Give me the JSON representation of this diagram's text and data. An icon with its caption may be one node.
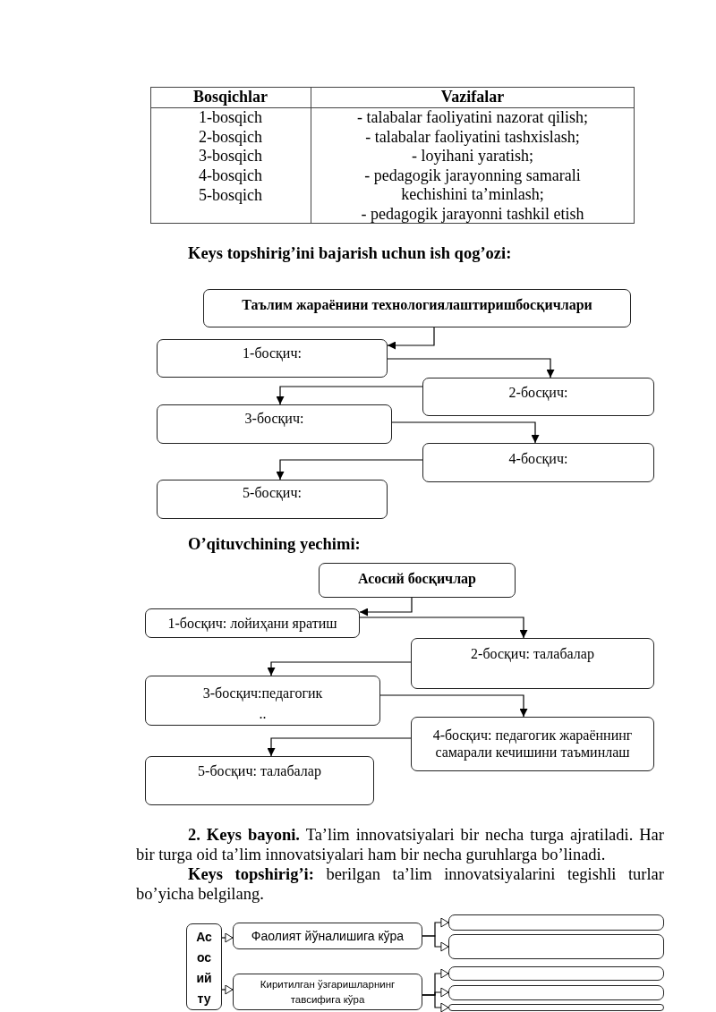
{
  "diagram": {
    "nodes": [
      {
        "text": [
          "Таълим жараёнини технологиялаштиришбосқичлари"
        ]
      },
      {
        "text": [
          "1-босқич:"
        ]
      },
      {
        "text": [
          "2-босқич:"
        ]
      },
      {
        "text": [
          "3-босқич:"
        ]
      },
      {
        "text": [
          "4-босқич:"
        ]
      },
      {
        "text": [
          "5-босқич:"
        ]
      },
      {
        "text": [
          "Асосий босқичлар"
        ]
      },
      {
        "text": [
          "1-босқич: лойиҳани яратиш"
        ]
      },
      {
        "text": [
          "2-босқич: талабалар"
        ]
      },
      {
        "text": [
          "3-босқич:педагогик",
          ".."
        ]
      },
      {
        "text": [
          "4-босқич: педагогик жараённинг самарали кечишини таъминлаш"
        ]
      },
      {
        "text": [
          "5-босқич: талабалар"
        ]
      },
      {
        "text": [
          "Асосий ту"
        ]
      },
      {
        "text": [
          "Фаолият йўналишига кўра"
        ]
      },
      {
        "text": [
          "Киритилган ўзгаришларнинг тавсифига кўра"
        ]
      },
      {
        "text": [],
        "shape": "box"
      },
      {
        "text": [],
        "shape": "box"
      },
      {
        "text": [],
        "shape": "box"
      },
      {
        "text": [],
        "shape": "box"
      },
      {
        "text": [],
        "shape": "box"
      }
    ],
    "edges": [
      {
        "from": 0,
        "to": 1,
        "arrow": "to"
      },
      {
        "from": 1,
        "to": 2,
        "arrow": "to"
      },
      {
        "from": 2,
        "to": 3,
        "arrow": "to"
      },
      {
        "from": 3,
        "to": 4,
        "arrow": "to"
      },
      {
        "from": 4,
        "to": 5,
        "arrow": "to"
      },
      {
        "from": 6,
        "to": 7,
        "arrow": "to"
      },
      {
        "from": 7,
        "to": 8,
        "arrow": "to"
      },
      {
        "from": 8,
        "to": 9,
        "arrow": "to"
      },
      {
        "from": 9,
        "to": 10,
        "arrow": "to"
      },
      {
        "from": 10,
        "to": 11,
        "arrow": "to"
      },
      {
        "from": 12,
        "to": 13,
        "arrow": "to"
      },
      {
        "from": 12,
        "to": 14,
        "arrow": "to"
      },
      {
        "from": 13,
        "to": 15,
        "arrow": "to"
      },
      {
        "from": 13,
        "to": 16,
        "arrow": "to"
      },
      {
        "from": 14,
        "to": 17,
        "arrow": "to"
      },
      {
        "from": 14,
        "to": 18,
        "arrow": "to"
      },
      {
        "from": 14,
        "to": 19,
        "arrow": "to"
      }
    ],
    "labels": [
      "Bosqichlar",
      "Vazifalar",
      "1-bosqich",
      "2-bosqich",
      "3-bosqich",
      "4-bosqich",
      "5-bosqich",
      "- talabalar faoliyatini nazorat qilish;",
      "- talabalar faoliyatini tashxislash;",
      "- loyihani yaratish;",
      "- pedagogik jarayonning samarali kechishini ta’minlash;",
      "- pedagogik jarayonni tashkil etish",
      "Keys topshirig’ini bajarish uchun ish qog’ozi:",
      "O’qituvchining yechimi:",
      "**2. Keys bayoni.** Ta’lim innovatsiyalari bir necha turga ajratiladi. Har bir turga oid ta’lim innovatsiyalari ham bir necha guruhlarga bo’linadi.",
      "**Keys topshirig’i:** berilgan ta’lim innovatsiyalarini tegishli turlar bo’yicha belgilang."
    ]
  }
}
